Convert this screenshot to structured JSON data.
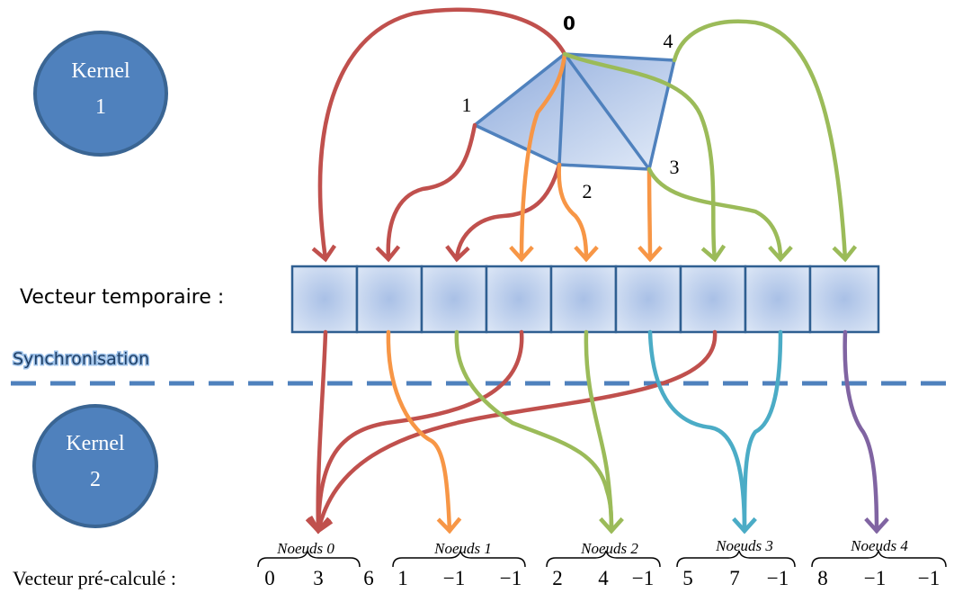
{
  "kernels": [
    {
      "title": "Kernel",
      "number": "1"
    },
    {
      "title": "Kernel",
      "number": "2"
    }
  ],
  "mesh": {
    "node_labels": [
      "0",
      "1",
      "2",
      "3",
      "4"
    ]
  },
  "temp_vector": {
    "label": "Vecteur temporaire :",
    "cell_count": 9
  },
  "sync_label": "Synchronisation",
  "precomputed": {
    "label": "Vecteur pré-calculé :",
    "groups": [
      {
        "caption": "Noeuds 0",
        "values": [
          "0",
          "3",
          "6"
        ]
      },
      {
        "caption": "Noeuds 1",
        "values": [
          "1",
          "−1",
          "−1"
        ]
      },
      {
        "caption": "Noeuds 2",
        "values": [
          "2",
          "4",
          "−1"
        ]
      },
      {
        "caption": "Noeuds 3",
        "values": [
          "5",
          "7",
          "−1"
        ]
      },
      {
        "caption": "Noeuds 4",
        "values": [
          "8",
          "−1",
          "−1"
        ]
      }
    ]
  },
  "colors": {
    "kernel_fill": "#4f81bd",
    "kernel_stroke": "#3a6593",
    "cell_stroke": "#2f5f91",
    "node0": "#c0504d",
    "node1": "#f79646",
    "node2": "#9bbb59",
    "node3": "#4bacc6",
    "node4": "#8064a2",
    "dashed_line": "#4f81bd"
  }
}
